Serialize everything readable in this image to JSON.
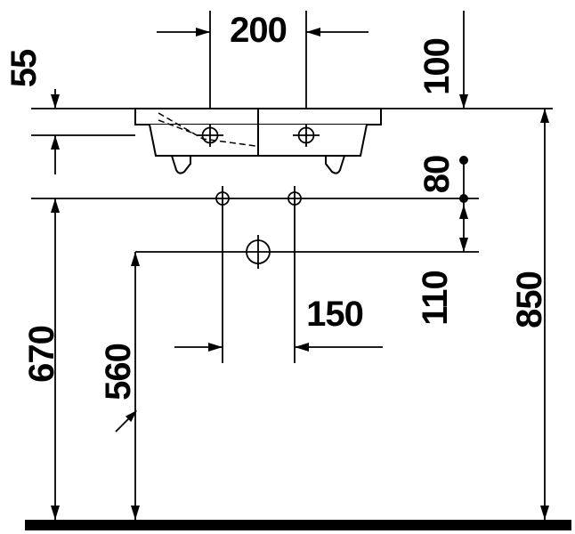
{
  "figure": {
    "type": "technical-dimension-drawing",
    "background_color": "#ffffff",
    "line_color": "#000000"
  },
  "dims": {
    "tap_hole_spacing": "200",
    "rim_thickness": "55",
    "rim_to_upper_fixing": "100",
    "fixing_vertical_spacing": "80",
    "fixing_to_drain": "110",
    "fixing_hole_spacing": "150",
    "drain_height": "560",
    "fixing_line_height": "670",
    "overall_height": "850"
  }
}
